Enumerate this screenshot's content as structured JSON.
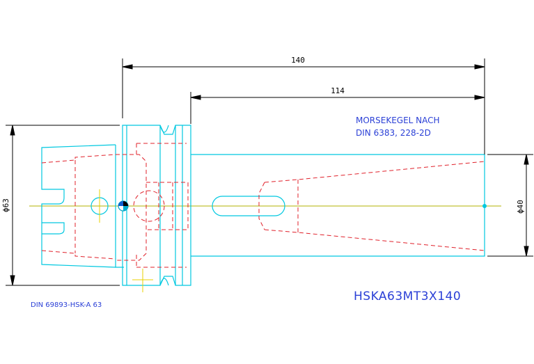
{
  "dimensions": {
    "overall_length": "140",
    "shank_length": "114",
    "flange_diameter": "ϕ63",
    "shank_diameter": "ϕ40"
  },
  "notes": {
    "taper_line1": "MORSEKEGEL NACH",
    "taper_line2": "DIN 6383, 228-2D"
  },
  "standard_label": "DIN 69893-HSK-A 63",
  "part_number": "HSKA63MT3X140",
  "colors": {
    "outline": "#00c8e0",
    "hidden": "#e0202a",
    "dimension": "#000000",
    "text": "#2a3fd6",
    "centerline": "#b0b000",
    "crosshair": "#e8d000"
  }
}
